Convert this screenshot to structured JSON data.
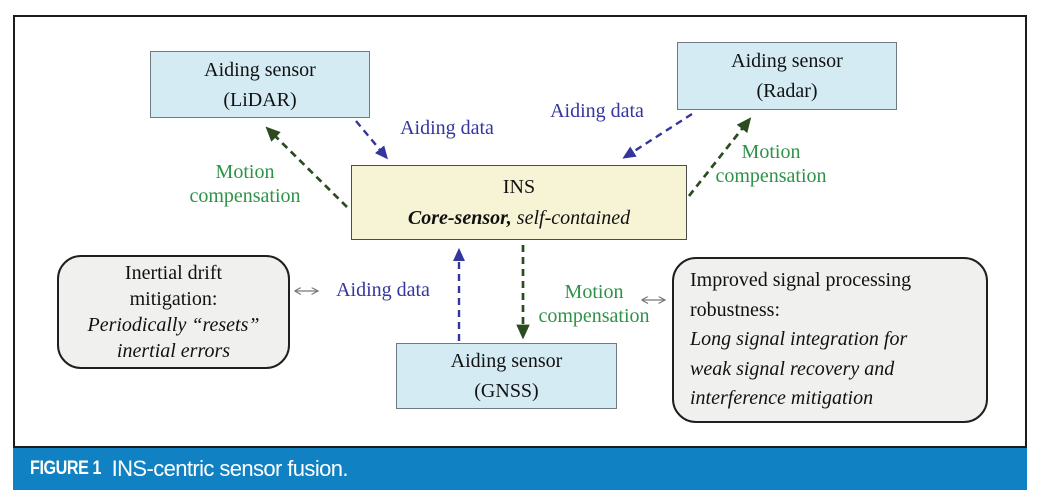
{
  "caption": {
    "label": "FIGURE 1",
    "text": "INS-centric sensor fusion."
  },
  "nodes": {
    "lidar": {
      "line1": "Aiding sensor",
      "line2": "(LiDAR)"
    },
    "radar": {
      "line1": "Aiding sensor",
      "line2": "(Radar)"
    },
    "gnss": {
      "line1": "Aiding sensor",
      "line2": "(GNSS)"
    },
    "ins": {
      "title": "INS",
      "subtitle_bold_italic": "Core-sensor,",
      "subtitle_italic": " self-contained"
    },
    "inertial_drift": {
      "line1": "Inertial drift",
      "line2": "mitigation:",
      "line3": "Periodically “resets”",
      "line4": "inertial errors"
    },
    "signal_processing": {
      "line1": "Improved signal processing",
      "line2": "robustness:",
      "line3": "Long signal integration for",
      "line4": "weak signal recovery and",
      "line5": "interference mitigation"
    }
  },
  "edge_labels": {
    "lidar_aiding_data": "Aiding data",
    "lidar_motion_line1": "Motion",
    "lidar_motion_line2": "compensation",
    "radar_aiding_data": "Aiding data",
    "radar_motion_line1": "Motion",
    "radar_motion_line2": "compensation",
    "gnss_aiding_data": "Aiding data",
    "gnss_motion_line1": "Motion",
    "gnss_motion_line2": "compensation"
  },
  "colors": {
    "caption_bar": "#1081c2",
    "caption_text": "#ffffff",
    "aiding_data_blue": "#35359f",
    "motion_label_green": "#2d9348",
    "arrow_dark_green": "#2c4b21",
    "sensor_box_fill": "#d5ebf4",
    "ins_box_fill": "#f7f3d5",
    "note_box_fill": "#f0f0ee",
    "frame_border": "#1c1c1c",
    "double_arrow_gray": "#777777"
  }
}
